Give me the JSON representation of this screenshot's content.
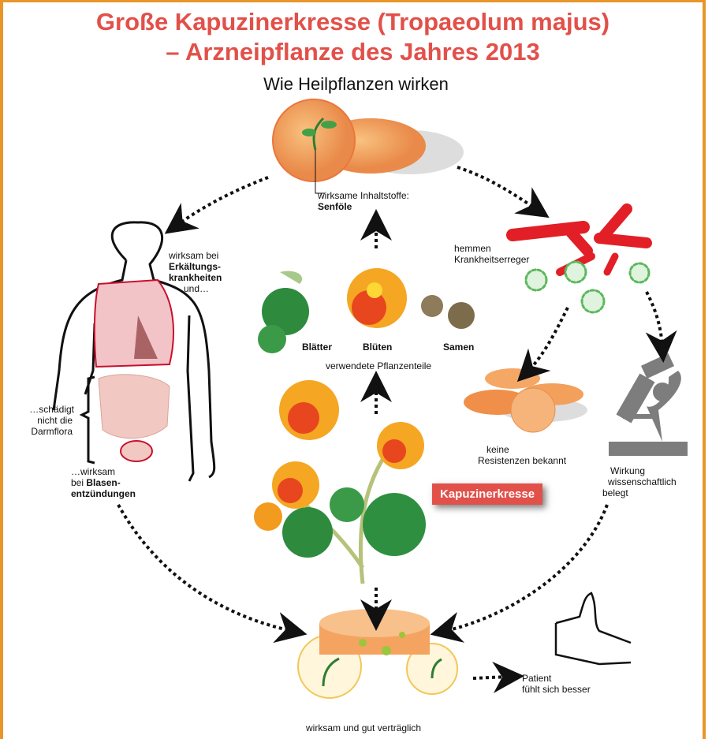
{
  "title": {
    "line1": "Große Kapuzinerkresse (Tropaeolum majus)",
    "line2": "– Arzneipflanze des Jahres 2013"
  },
  "subtitle": "Wie Heilpflanzen wirken",
  "ingredients": {
    "label": "wirksame Inhaltstoffe:",
    "value": "Senföle"
  },
  "pathogens": {
    "line1": "hemmen",
    "line2": "Krankheitserreger"
  },
  "body": {
    "colds": {
      "line1": "wirksam bei",
      "line2": "Erkältungs-",
      "line3": "krankheiten",
      "line4": "und…"
    },
    "gut": {
      "line1": "…schädigt",
      "line2": "nicht die",
      "line3": "Darmflora"
    },
    "bladder": {
      "line1": "…wirksam",
      "line2_prefix": "bei ",
      "line2_bold": "Blasen-",
      "line3": "entzündungen"
    }
  },
  "plant_parts": {
    "items": [
      "Blätter",
      "Blüten",
      "Samen"
    ],
    "caption": "verwendete Pflanzenteile"
  },
  "resistance": {
    "line1": "keine",
    "line2": "Resistenzen bekannt"
  },
  "science": {
    "line1": "Wirkung",
    "line2": "wissenschaftlich",
    "line3": "belegt"
  },
  "plant_label": "Kapuzinerkresse",
  "patient": {
    "line1": "Patient",
    "line2": "fühlt sich besser"
  },
  "footer": "wirksam und gut verträglich",
  "colors": {
    "accent": "#e2504a",
    "border": "#e8962a",
    "tablet": "#f4a460"
  }
}
